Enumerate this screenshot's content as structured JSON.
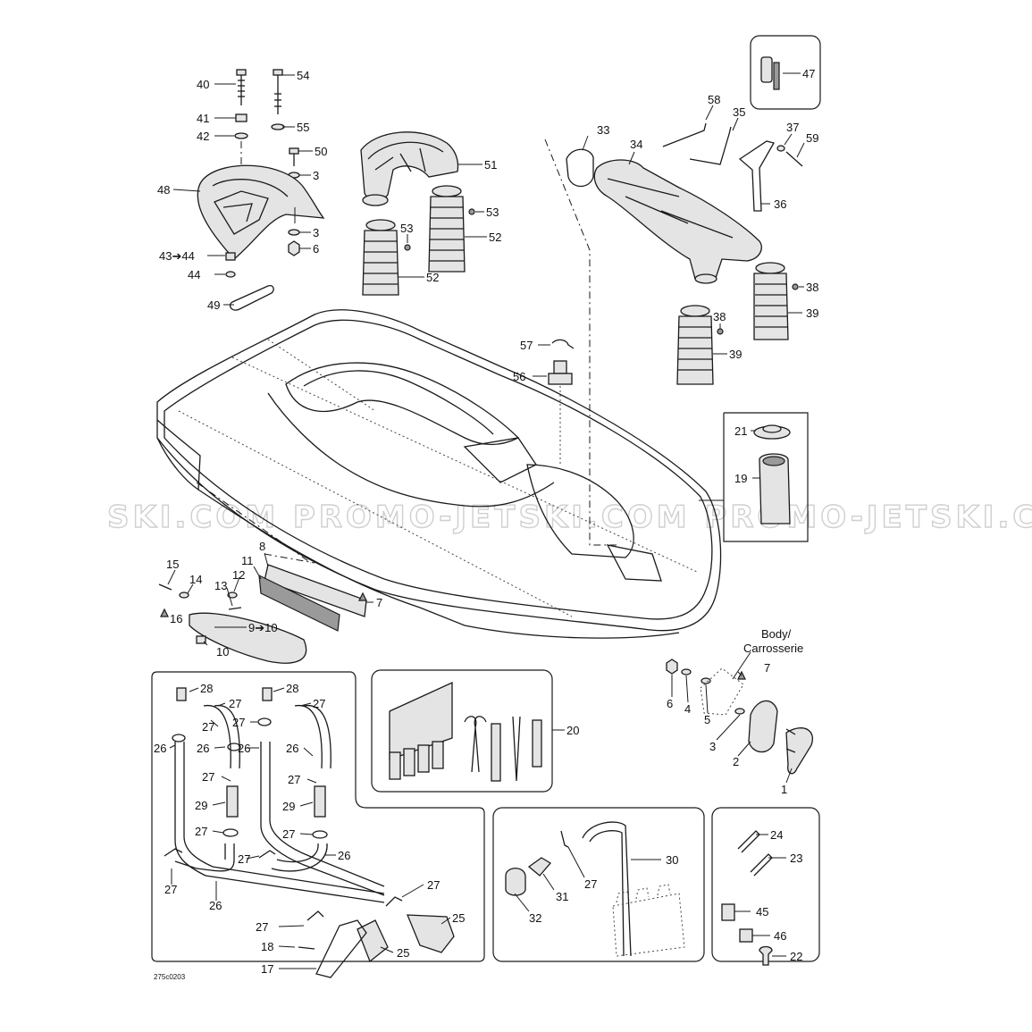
{
  "watermark": "SKI.COM   PROMO-JETSKI.COM   PROMO-JETSKI.COM",
  "figure_code": "275c0203",
  "body_label_line1": "Body/",
  "body_label_line2": "Carrosserie",
  "callouts": {
    "c40": "40",
    "c54": "54",
    "c41": "41",
    "c55": "55",
    "c42": "42",
    "c50": "50",
    "c48": "48",
    "c3a": "3",
    "c3b": "3",
    "c43": "43➔44",
    "c6a": "6",
    "c44": "44",
    "c49": "49",
    "c51": "51",
    "c53a": "53",
    "c53b": "53",
    "c52a": "52",
    "c52b": "52",
    "c33": "33",
    "c34": "34",
    "c58": "58",
    "c35": "35",
    "c37": "37",
    "c59": "59",
    "c36": "36",
    "c38a": "38",
    "c39a": "39",
    "c38b": "38",
    "c39b": "39",
    "c47": "47",
    "c57": "57",
    "c56": "56",
    "c21": "21",
    "c19": "19",
    "c8": "8",
    "c15": "15",
    "c11": "11",
    "c14": "14",
    "c12": "12",
    "c13": "13",
    "c7a": "7",
    "c16": "16",
    "c9": "9➔10",
    "c10": "10",
    "c28a": "28",
    "c27a": "27",
    "c27b": "27",
    "c26a": "26",
    "c26b": "26",
    "c27c": "27",
    "c29a": "29",
    "c27d": "27",
    "c27e": "27",
    "c26c": "26",
    "c27f": "27",
    "c28b": "28",
    "c27g": "27",
    "c27h": "27",
    "c26d": "26",
    "c26e": "26",
    "c27i": "27",
    "c29b": "29",
    "c27j": "27",
    "c26f": "26",
    "c27k": "27",
    "c27l": "27",
    "c25a": "25",
    "c18": "18",
    "c25b": "25",
    "c17": "17",
    "c20": "20",
    "c7b": "7",
    "c6b": "6",
    "c4": "4",
    "c5": "5",
    "c3c": "3",
    "c2": "2",
    "c1": "1",
    "c30": "30",
    "c27m": "27",
    "c31": "31",
    "c32": "32",
    "c24": "24",
    "c23": "23",
    "c45": "45",
    "c46": "46",
    "c22": "22"
  }
}
